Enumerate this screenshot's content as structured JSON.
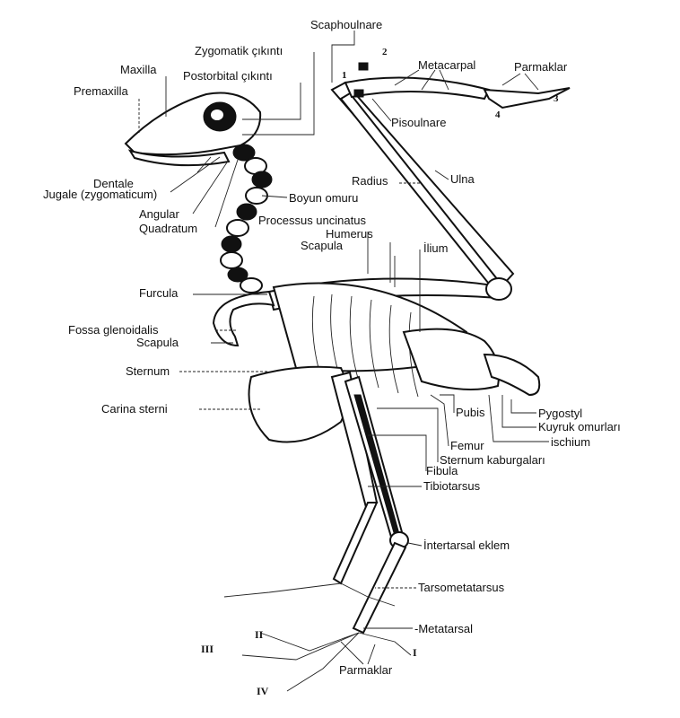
{
  "labels": {
    "scaphoulnare": "Scaphoulnare",
    "zygomatik": "Zygomatik çıkıntı",
    "maxilla": "Maxilla",
    "postorbital": "Postorbital çıkıntı",
    "premaxilla": "Premaxilla",
    "metacarpal": "Metacarpal",
    "parmaklar_wing": "Parmaklar",
    "pisoulnare": "Pisoulnare",
    "dentale": "Dentale",
    "jugale": "Jugale (zygomaticum)",
    "radius": "Radius",
    "ulna": "Ulna",
    "boyun": "Boyun omuru",
    "angular": "Angular",
    "processus": "Processus uncinatus",
    "quadratum": "Quadratum",
    "humerus": "Humerus",
    "scapula_top": "Scapula",
    "ilium": "İlium",
    "furcula": "Furcula",
    "fossa": "Fossa glenoidalis",
    "scapula_left": "Scapula",
    "sternum": "Sternum",
    "carina": "Carina sterni",
    "pygostyl": "Pygostyl",
    "kuyruk": "Kuyruk omurları",
    "pubis": "Pubis",
    "ischium": "ischium",
    "femur": "Femur",
    "sternum_kab": "Sternum kaburgaları",
    "fibula": "Fibula",
    "tibiotarsus": "Tibiotarsus",
    "intertarsal": "İntertarsal eklem",
    "tarsometatarsus": "Tarsometatarsus",
    "metatarsal": "-Metatarsal",
    "parmaklar_foot": "Parmaklar"
  },
  "digits": {
    "d1": "1",
    "d2": "2",
    "d3": "3",
    "d4": "4"
  },
  "toes": {
    "t1": "I",
    "t2": "II",
    "t3": "III",
    "t4": "IV"
  }
}
